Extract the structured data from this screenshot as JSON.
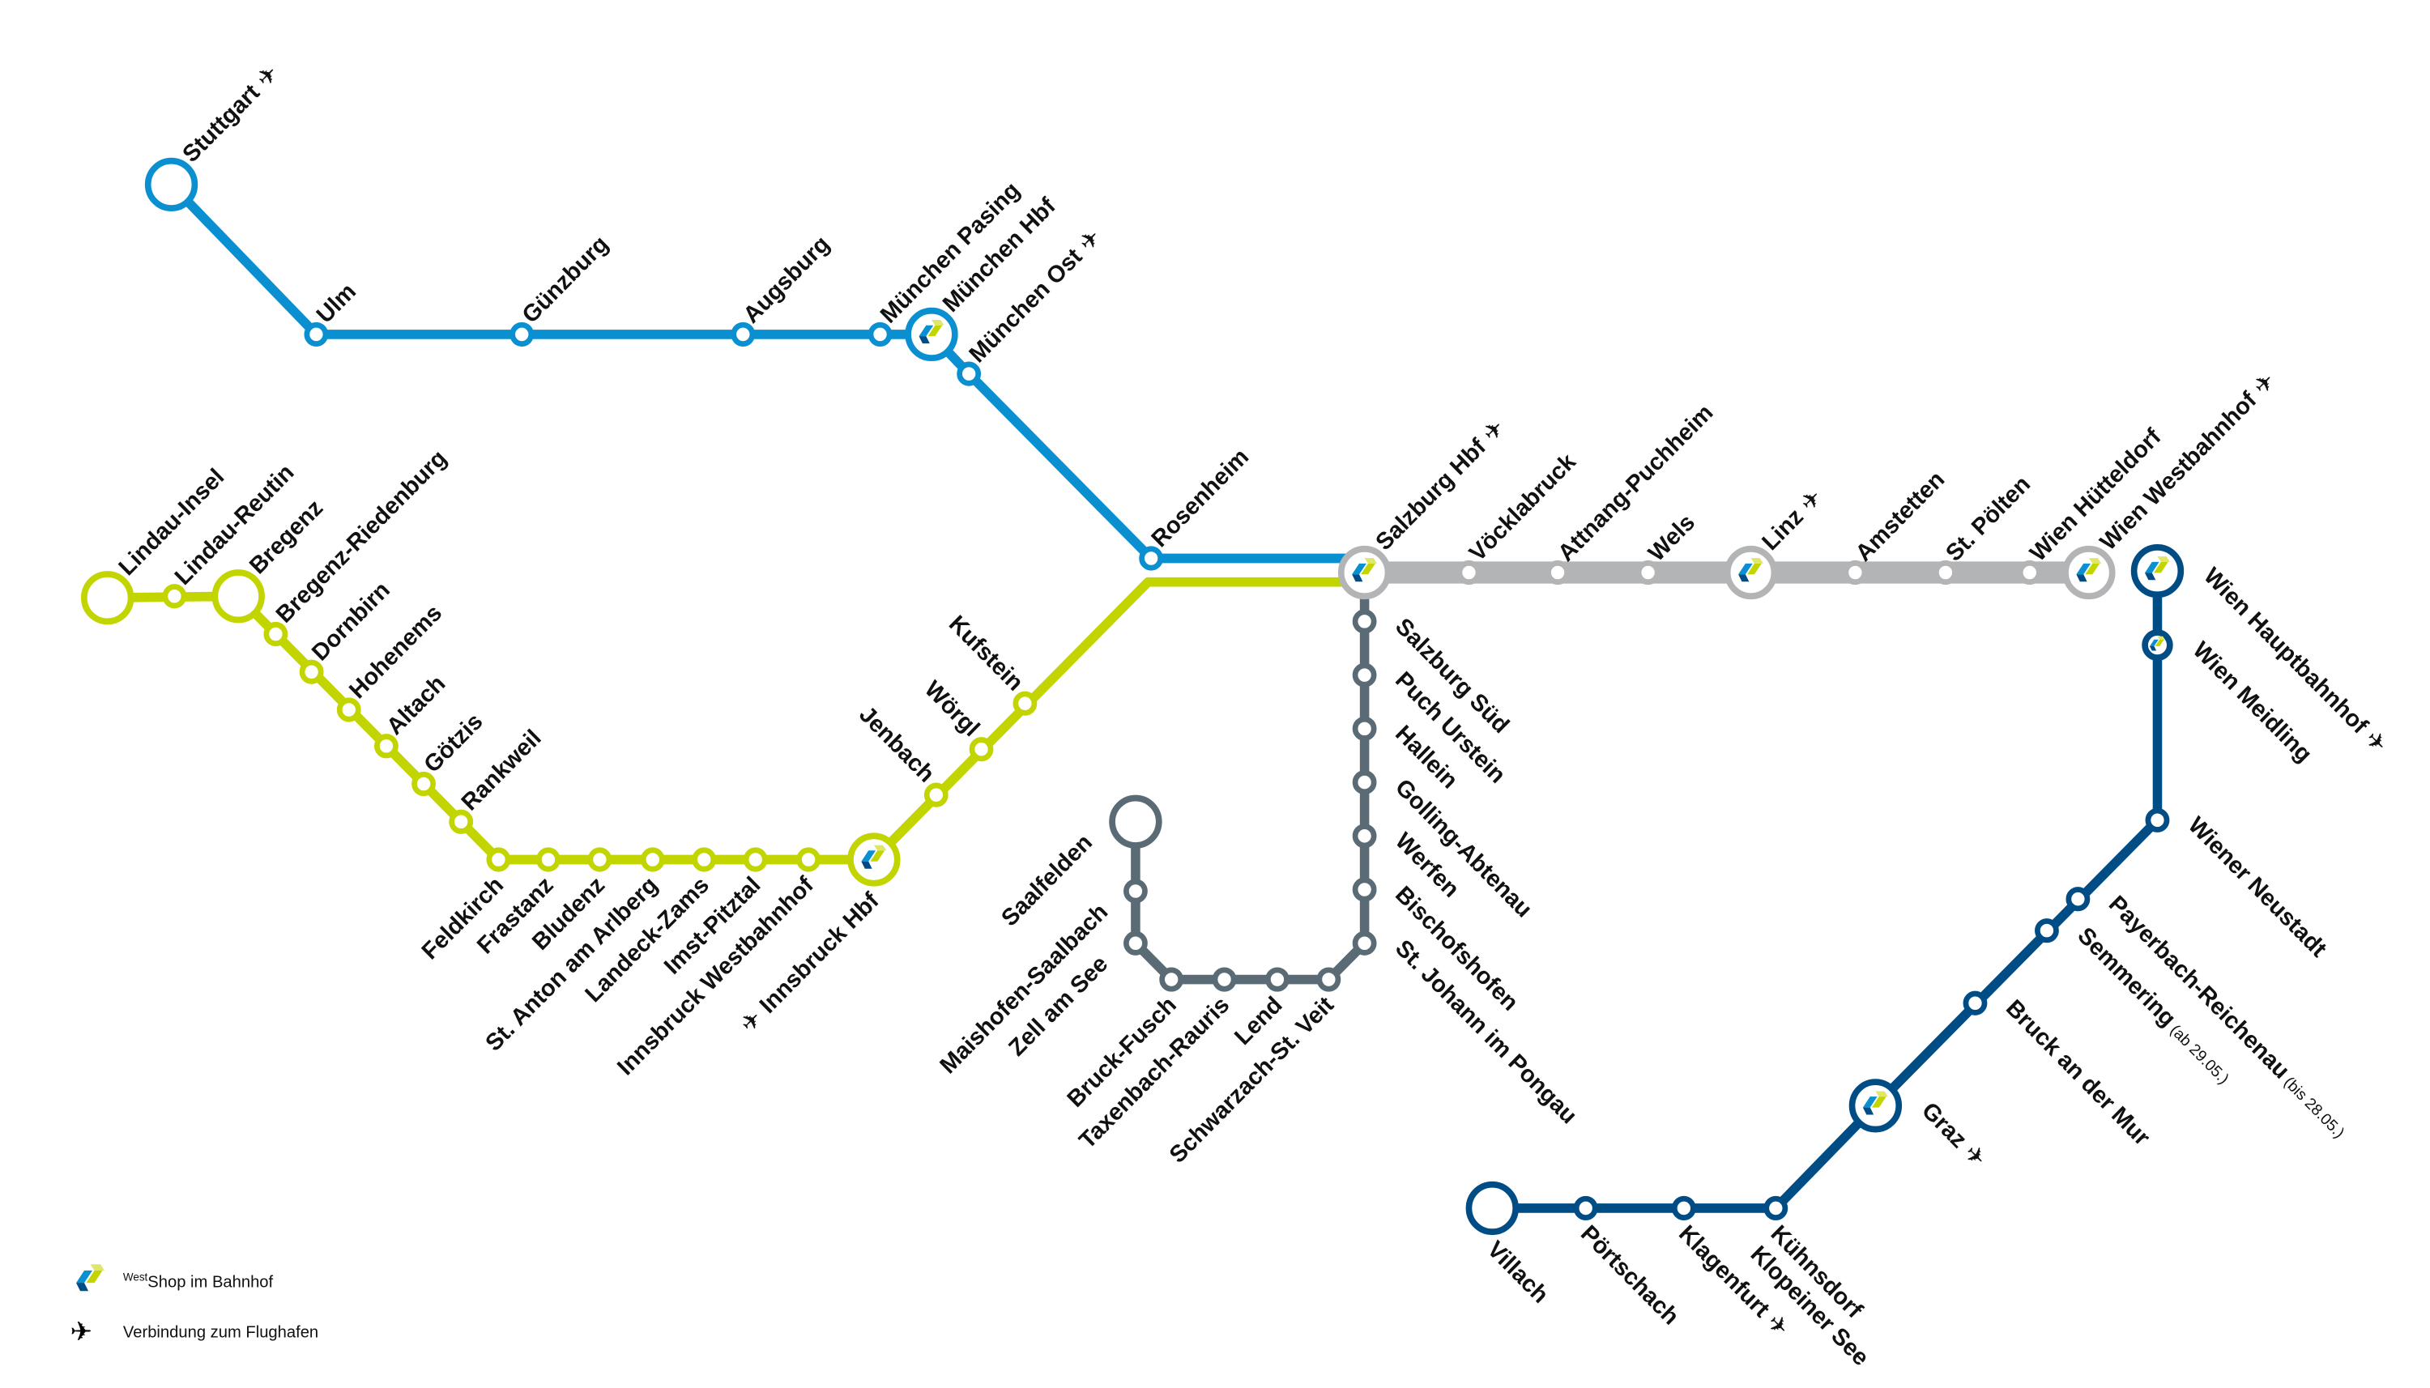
{
  "colors": {
    "west_blue": "#0a8fd1",
    "lime": "#c2d500",
    "west_gray": "#b3b4b6",
    "slate": "#5a6b76",
    "dark_blue": "#004d86",
    "shop_blue": "#0a8fd1",
    "shop_dark": "#004d86",
    "shop_lime": "#c2d500"
  },
  "icons": {
    "shop": "westshop-logo-icon",
    "airport": "airplane-icon"
  },
  "lines": [
    {
      "id": "stuttgart-salzburg",
      "color": "#0a8fd1",
      "stations": [
        {
          "name": "Stuttgart",
          "airport": true,
          "terminal": true
        },
        {
          "name": "Ulm"
        },
        {
          "name": "Günzburg"
        },
        {
          "name": "Augsburg"
        },
        {
          "name": "München Pasing"
        },
        {
          "name": "München Hbf",
          "shop": true
        },
        {
          "name": "München Ost",
          "airport": true
        },
        {
          "name": "Rosenheim"
        }
      ]
    },
    {
      "id": "lindau-salzburg",
      "color": "#c2d500",
      "stations": [
        {
          "name": "Lindau-Insel",
          "terminal": true
        },
        {
          "name": "Lindau-Reutin"
        },
        {
          "name": "Bregenz",
          "terminal": true
        },
        {
          "name": "Bregenz-Riedenburg"
        },
        {
          "name": "Dornbirn"
        },
        {
          "name": "Hohenems"
        },
        {
          "name": "Altach"
        },
        {
          "name": "Götzis"
        },
        {
          "name": "Rankweil"
        },
        {
          "name": "Feldkirch"
        },
        {
          "name": "Frastanz"
        },
        {
          "name": "Bludenz"
        },
        {
          "name": "St. Anton am Arlberg"
        },
        {
          "name": "Landeck-Zams"
        },
        {
          "name": "Imst-Pitztal"
        },
        {
          "name": "Innsbruck Westbahnhof"
        },
        {
          "name": "Innsbruck Hbf",
          "shop": true,
          "airport": true
        },
        {
          "name": "Jenbach"
        },
        {
          "name": "Wörgl"
        },
        {
          "name": "Kufstein"
        }
      ]
    },
    {
      "id": "westbahn-main",
      "color": "#b3b4b6",
      "stations": [
        {
          "name": "Salzburg Hbf",
          "shop": true,
          "airport": true
        },
        {
          "name": "Vöcklabruck"
        },
        {
          "name": "Attnang-Puchheim"
        },
        {
          "name": "Wels"
        },
        {
          "name": "Linz",
          "shop": true,
          "airport": true
        },
        {
          "name": "Amstetten"
        },
        {
          "name": "St. Pölten"
        },
        {
          "name": "Wien Hütteldorf"
        },
        {
          "name": "Wien Westbahnhof",
          "shop": true,
          "airport": true
        }
      ]
    },
    {
      "id": "salzburg-saalfelden",
      "color": "#5a6b76",
      "stations": [
        {
          "name": "Salzburg Süd"
        },
        {
          "name": "Puch Urstein"
        },
        {
          "name": "Hallein"
        },
        {
          "name": "Golling-Abtenau"
        },
        {
          "name": "Werfen"
        },
        {
          "name": "Bischofshofen"
        },
        {
          "name": "St. Johann im Pongau"
        },
        {
          "name": "Schwarzach-St. Veit"
        },
        {
          "name": "Lend"
        },
        {
          "name": "Taxenbach-Rauris"
        },
        {
          "name": "Bruck-Fusch"
        },
        {
          "name": "Zell am See"
        },
        {
          "name": "Maishofen-Saalbach"
        },
        {
          "name": "Saalfelden",
          "terminal": true
        }
      ]
    },
    {
      "id": "wien-villach",
      "color": "#004d86",
      "stations": [
        {
          "name": "Wien Hauptbahnhof",
          "shop": true,
          "airport": true
        },
        {
          "name": "Wien Meidling",
          "shop": true
        },
        {
          "name": "Wiener Neustadt"
        },
        {
          "name": "Payerbach-Reichenau",
          "note": "(bis 28.05.)"
        },
        {
          "name": "Semmering",
          "note": "(ab 29.05.)"
        },
        {
          "name": "Bruck an der Mur"
        },
        {
          "name": "Graz",
          "shop": true,
          "airport": true
        },
        {
          "name": "Kühnsdorf",
          "name2": "Klopeiner See"
        },
        {
          "name": "Klagenfurt",
          "airport": true
        },
        {
          "name": "Pörtschach"
        },
        {
          "name": "Villach",
          "terminal": true
        }
      ]
    }
  ],
  "legend": {
    "shop_prefix": "West",
    "shop_label": "Shop im Bahnhof",
    "airport_label": "Verbindung zum Flughafen"
  }
}
